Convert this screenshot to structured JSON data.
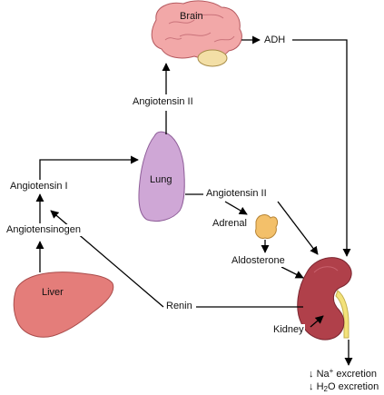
{
  "labels": {
    "brain": "Brain",
    "adh": "ADH",
    "angiotensin_ii_top": "Angiotensin II",
    "lung": "Lung",
    "angiotensin_i": "Angiotensin I",
    "angiotensin_ii_mid": "Angiotensin II",
    "adrenal": "Adrenal",
    "angiotensinogen": "Angiotensinogen",
    "aldosterone": "Aldosterone",
    "liver": "Liver",
    "renin": "Renin",
    "kidney": "Kidney"
  },
  "excretion": {
    "na": {
      "arrow": "↓",
      "pre": "Na",
      "sup": "+",
      "post": "excretion"
    },
    "h2o": {
      "arrow": "↓",
      "pre": "H",
      "sub": "2",
      "post": "O excretion"
    }
  },
  "colors": {
    "brain": "#f2a8a8",
    "cerebellum": "#f3dfa6",
    "lung": "#cfa7d6",
    "adrenal": "#f3c06a",
    "liver": "#e47d7a",
    "kidney": "#b0404a",
    "ureter": "#f3e27a"
  }
}
